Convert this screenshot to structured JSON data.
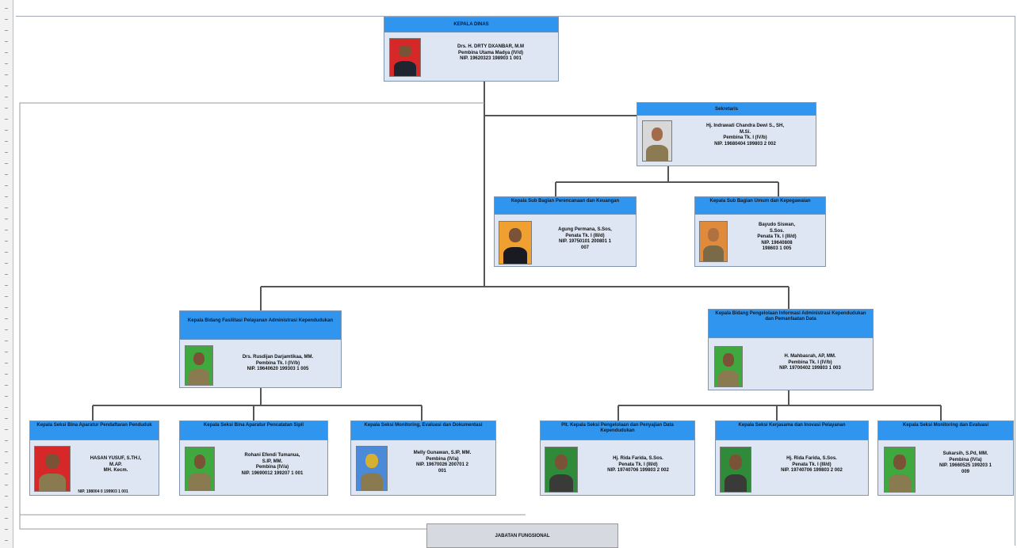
{
  "colors": {
    "header": "#2f95ee",
    "box": "#dde6f2",
    "line": "#555555",
    "frame": "#9fa8b4"
  },
  "nodes": {
    "kepala": {
      "title": "KEPALA DINAS",
      "lines": [
        "Drs. H. DRTY DXANBAR, M.M",
        "Pembina Utama Madya (IV/d)",
        "NIP. 19620323 198903 1 001"
      ]
    },
    "sekretaris": {
      "title": "Sekretaris",
      "lines": [
        "Hj. Indrawati Chandra Dewi S., SH,",
        "M.Si.",
        "Pembina Tk. I (IV/b)",
        "NIP. 19680404 199803 2 002"
      ]
    },
    "subbag_perencanaan": {
      "title": "Kepala Sub Bagian Perencanaan dan Keuangan",
      "lines": [
        "Agung Permana, S.Sos,",
        "Penata Tk. I (III/d)",
        "NIP. 19750101 200801 1",
        "007"
      ]
    },
    "subbag_umum": {
      "title": "Kepala Sub Bagian Umum dan Kepegawaian",
      "lines": [
        "Bayudo Siswan,",
        "S.Sos.",
        "Penata Tk. I (III/d)",
        "NIP. 19640808",
        "198603 1 005"
      ]
    },
    "bidang_fasilitasi": {
      "title": "Kepala Bidang Fasilitasi Pelayanan Administrasi Kependudukan",
      "lines": [
        "Drs. Rusdijan Darjamtikaa, MM.",
        "Pembina Tk. I (IV/b)",
        "NIP. 19640620 199303 1 005"
      ]
    },
    "bidang_pengelolaan": {
      "title": "Kepala Bidang Pengelolaan Informasi Administrasi Kependudukan dan Pemanfaatan Data",
      "lines": [
        "H. Mahbasrah, AP, MM.",
        "Pembina Tk. I (IV/b)",
        "NIP. 19700402 199803 1 003"
      ]
    },
    "seksi_1": {
      "title": "Kepala Seksi Bina Aparatur Pendaftaran Penduduk",
      "lines": [
        "HASAN YUSUF, S.TH.I,",
        "M.AP.",
        "MH. Kecm."
      ],
      "footer": "NIP. 198004 0 199903 1 001"
    },
    "seksi_2": {
      "title": "Kepala Seksi Bina Aparatur Pencatatan Sipil",
      "lines": [
        "Rohani Efendi Tumanua,",
        "S.IP, MM.",
        "Pembina (IV/a)",
        "NIP. 19690012 199207 1 001"
      ]
    },
    "seksi_3": {
      "title": "Kepala Seksi Monitoring, Evaluasi dan Dokumentasi",
      "lines": [
        "Melly Gunawan, S.IP, MM.",
        "Pembina (IV/a)",
        "NIP. 19670026 200701 2",
        "001"
      ]
    },
    "seksi_4": {
      "title": "Plt. Kepala Seksi Pengelolaan dan Penyajian Data Kependudukan",
      "lines": [
        "Hj. Rida Farida, S.Sos.",
        "Penata Tk. I (III/d)",
        "NIP. 19740706 199803 2 002"
      ]
    },
    "seksi_5": {
      "title": "Kepala Seksi Kerjasama dan Inovasi Pelayanan",
      "lines": [
        "Hj. Rida Farida, S.Sos.",
        "Penata Tk. I (III/d)",
        "NIP. 19740706 199803 2 002"
      ]
    },
    "seksi_6": {
      "title": "Kepala Seksi Monitoring dan Evaluasi",
      "lines": [
        "Sukarsih, S.Pd, MM.",
        "Pembina (IV/a)",
        "NIP. 19660525 199203 1",
        "009"
      ]
    }
  },
  "bottom": {
    "label": "JABATAN FUNGSIONAL"
  }
}
